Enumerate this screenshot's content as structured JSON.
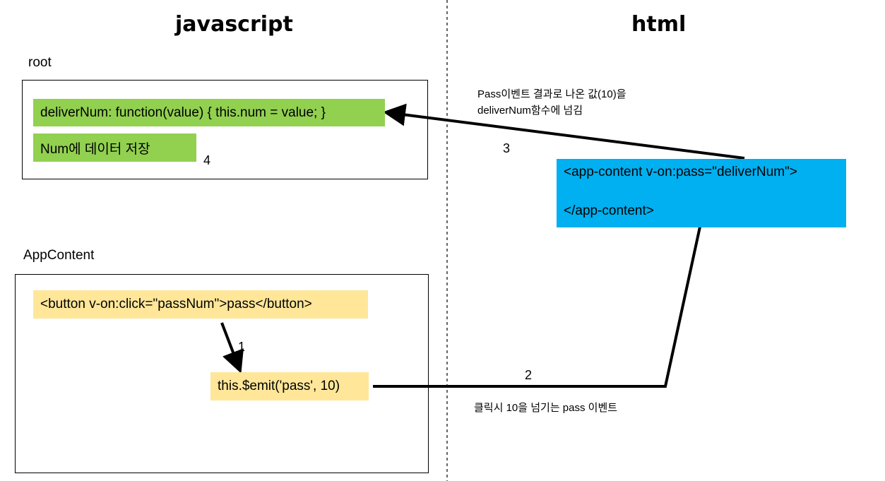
{
  "headings": {
    "left": "javascript",
    "right": "html"
  },
  "root": {
    "label": "root",
    "function_line": "deliverNum: function(value) { this.num = value; }",
    "store_line": "Num에 데이터 저장"
  },
  "app_content": {
    "label": "AppContent",
    "button_line": "<button v-on:click=\"passNum\">pass</button>",
    "emit_line": "this.$emit('pass', 10)"
  },
  "html_box": {
    "open_tag": "<app-content v-on:pass=\"deliverNum\">",
    "close_tag": "</app-content>"
  },
  "steps": {
    "s1": "1",
    "s2": "2",
    "s3": "3",
    "s4": "4"
  },
  "notes": {
    "step3_line1": "Pass이벤트 결과로 나온 값(10)을",
    "step3_line2": "deliverNum함수에 넘김",
    "step2": "클릭시 10을 넘기는 pass 이벤트"
  },
  "colors": {
    "green": "#92d050",
    "yellow": "#ffe699",
    "blue": "#00b0f0"
  }
}
